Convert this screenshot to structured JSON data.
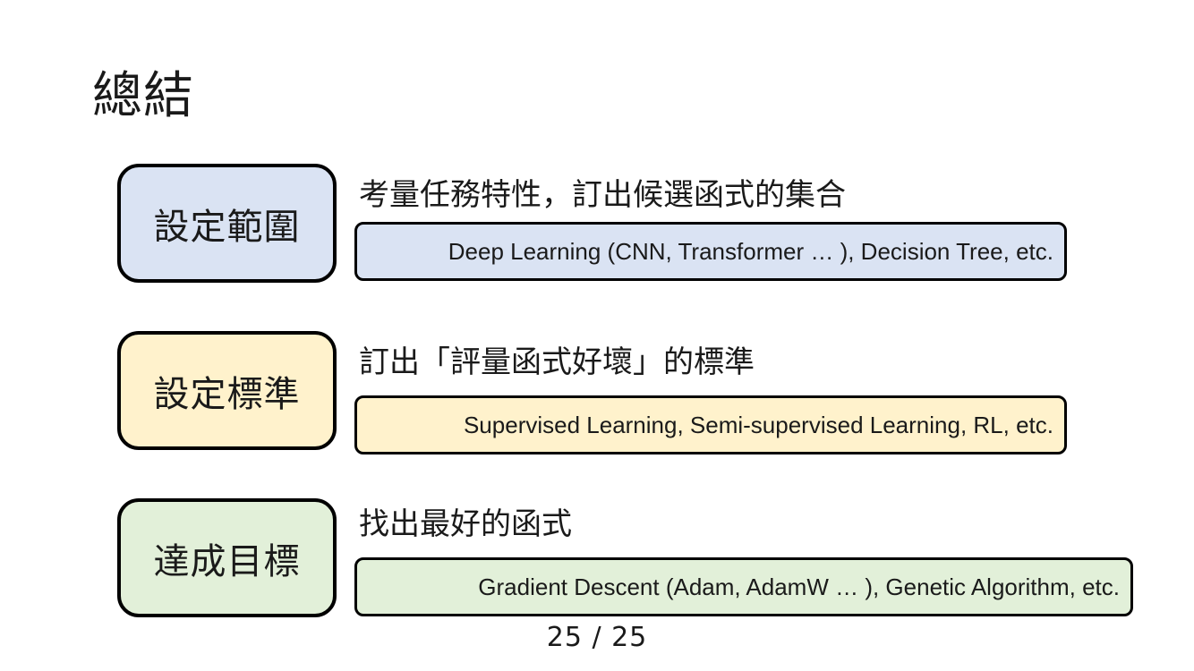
{
  "title": "總結",
  "colors": {
    "row1_fill": "#dae3f3",
    "row2_fill": "#fff2cc",
    "row3_fill": "#e2f0d9",
    "border": "#000000"
  },
  "rows": [
    {
      "label": "設定範圍",
      "description": "考量任務特性，訂出候選函式的集合",
      "example": "Deep Learning (CNN, Transformer … ), Decision Tree, etc."
    },
    {
      "label": "設定標準",
      "description": "訂出「評量函式好壞」的標準",
      "example": "Supervised Learning, Semi-supervised Learning, RL, etc."
    },
    {
      "label": "達成目標",
      "description": "找出最好的函式",
      "example": "Gradient Descent (Adam, AdamW … ), Genetic Algorithm, etc."
    }
  ],
  "page_number": "25 / 25"
}
